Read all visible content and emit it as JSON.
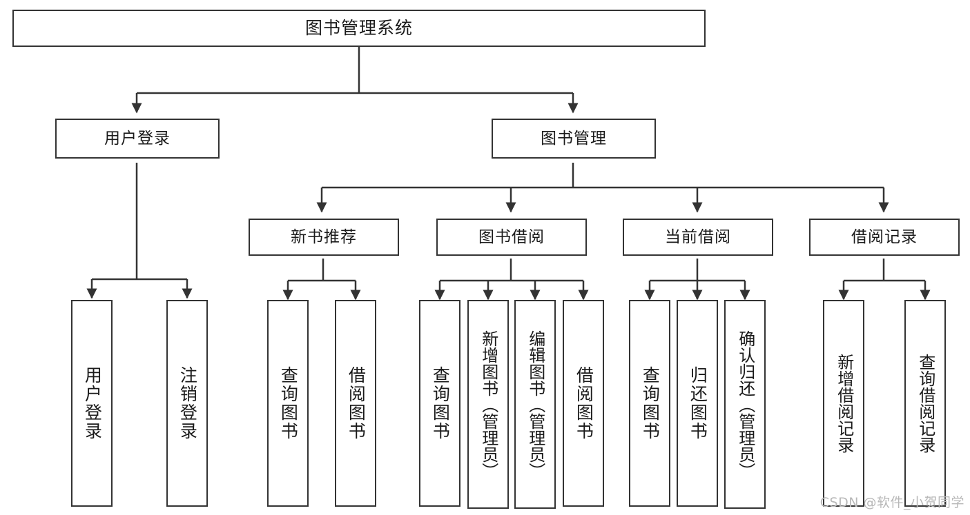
{
  "diagram": {
    "title": "图书管理系统",
    "watermark": "CSDN @软件_小贺同学",
    "colors": {
      "stroke": "#333333",
      "fill": "#ffffff",
      "text": "#1a1a1a",
      "watermark": "#b8b8b8"
    },
    "levels": {
      "root": "图书管理系统",
      "level1": [
        "用户登录",
        "图书管理"
      ],
      "level2": [
        "新书推荐",
        "图书借阅",
        "当前借阅",
        "借阅记录"
      ],
      "leaves": [
        "用户登录",
        "注销登录",
        "查询图书",
        "借阅图书",
        "查询图书",
        "新增图书（管理员）",
        "编辑图书（管理员）",
        "借阅图书",
        "查询图书",
        "归还图书",
        "确认归还（管理员）",
        "新增借阅记录",
        "查询借阅记录"
      ]
    },
    "nodes": {
      "root": {
        "label": "图书管理系统"
      },
      "user_login": {
        "label": "用户登录"
      },
      "book_manage": {
        "label": "图书管理"
      },
      "new_book_rec": {
        "label": "新书推荐"
      },
      "book_borrow": {
        "label": "图书借阅"
      },
      "current_borrow": {
        "label": "当前借阅"
      },
      "borrow_record": {
        "label": "借阅记录"
      },
      "leaf_user_login": {
        "label": "用户登录"
      },
      "leaf_logout": {
        "label": "注销登录"
      },
      "leaf_query_book_1": {
        "label": "查询图书"
      },
      "leaf_borrow_book_1": {
        "label": "借阅图书"
      },
      "leaf_query_book_2": {
        "label": "查询图书"
      },
      "leaf_add_book_admin": {
        "label": "新增图书（管理员）"
      },
      "leaf_edit_book_admin": {
        "label": "编辑图书（管理员）"
      },
      "leaf_borrow_book_2": {
        "label": "借阅图书"
      },
      "leaf_query_book_3": {
        "label": "查询图书"
      },
      "leaf_return_book": {
        "label": "归还图书"
      },
      "leaf_confirm_return_admin": {
        "label": "确认归还（管理员）"
      },
      "leaf_add_record": {
        "label": "新增借阅记录"
      },
      "leaf_query_record": {
        "label": "查询借阅记录"
      }
    }
  }
}
